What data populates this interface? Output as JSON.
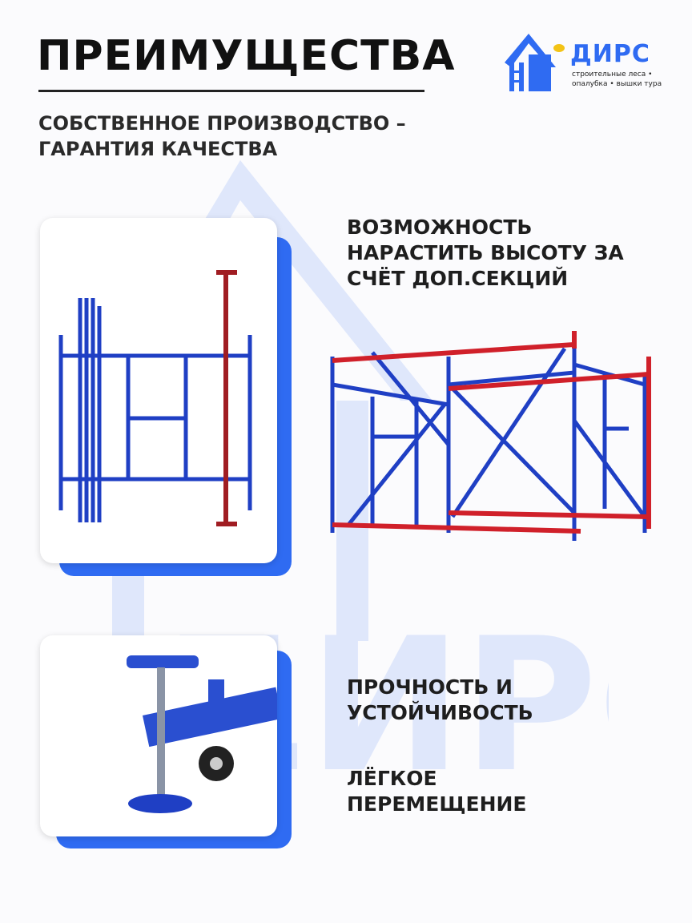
{
  "header": {
    "title": "ПРЕИМУЩЕСТВА",
    "subtitle_line1": "СОБСТВЕННОЕ ПРОИЗВОДСТВО –",
    "subtitle_line2": "ГАРАНТИЯ КАЧЕСТВА"
  },
  "logo": {
    "name": "ДИРС",
    "tagline_line1": "строительные леса •",
    "tagline_line2": "опалубка • вышки тура"
  },
  "features": [
    {
      "lines": [
        "ВОЗМОЖНОСТЬ",
        "НАРАСТИТЬ ВЫСОТУ ЗА",
        "СЧЁТ ДОП.СЕКЦИЙ"
      ]
    },
    {
      "lines": [
        "ПРОЧНОСТЬ И",
        "УСТОЙЧИВОСТЬ"
      ]
    },
    {
      "lines": [
        "ЛЁГКОЕ",
        "ПЕРЕМЕЩЕНИЕ"
      ]
    }
  ],
  "colors": {
    "brand_blue": "#2f6bf2",
    "frame_blue": "#1f3fc4",
    "frame_red": "#d0202a"
  }
}
